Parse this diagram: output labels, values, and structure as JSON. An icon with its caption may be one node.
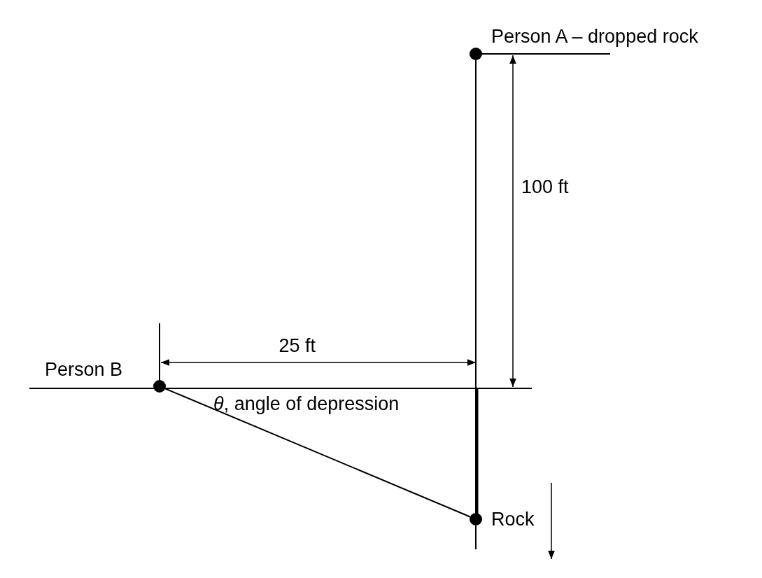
{
  "diagram": {
    "nodes": [
      {
        "text": [],
        "shape": "circle",
        "beside": [
          "Person A – dropped rock"
        ]
      },
      {
        "text": [],
        "shape": "circle",
        "beside": [
          "Person B"
        ]
      },
      {
        "text": [],
        "shape": "circle",
        "beside": [
          "Rock"
        ]
      }
    ],
    "edges": [
      {
        "from": 0,
        "to": 2,
        "arrow": "none"
      },
      {
        "from": 1,
        "to": 2,
        "arrow": "none"
      }
    ],
    "labels": [
      "100 ft",
      "25 ft",
      "*θ*, angle of depression"
    ]
  }
}
